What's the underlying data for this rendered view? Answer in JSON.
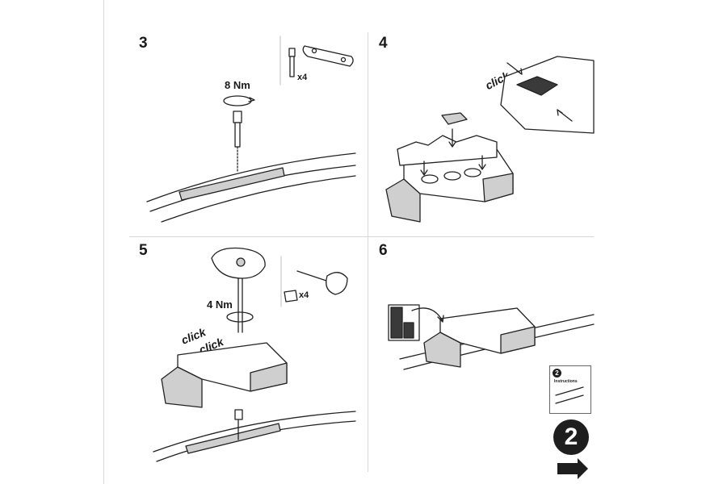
{
  "steps": {
    "s3": {
      "number": "3",
      "torque": "8 Nm",
      "qty": "x4"
    },
    "s4": {
      "number": "4",
      "click": "click"
    },
    "s5": {
      "number": "5",
      "torque": "4 Nm",
      "qty": "x4",
      "click1": "click",
      "click2": "click"
    },
    "s6": {
      "number": "6",
      "mini_title": "Instructions",
      "mini_num": "2",
      "next": "2"
    }
  },
  "colors": {
    "line": "#d8d8d8",
    "ink": "#222222",
    "fill_grey": "#cfcfcf",
    "badge": "#1e1e1e"
  },
  "icons": [
    "arrow-right-icon",
    "rotate-arrow-icon"
  ]
}
